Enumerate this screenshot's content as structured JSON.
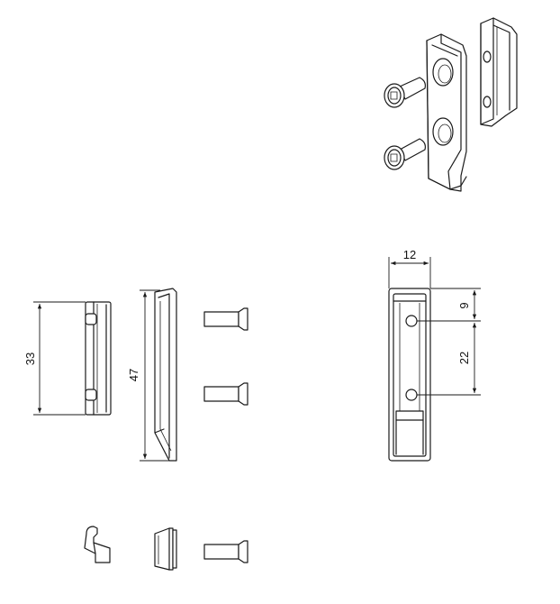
{
  "dimensions": {
    "short_part_height": "33",
    "long_part_height": "47",
    "width": "12",
    "top_hole_offset": "9",
    "hole_spacing": "22"
  }
}
